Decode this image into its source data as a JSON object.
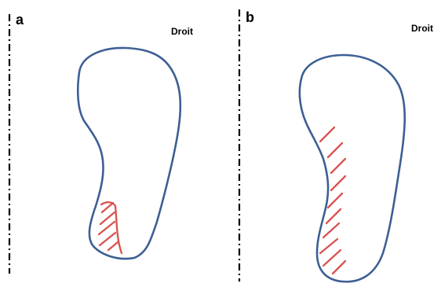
{
  "panels": [
    {
      "letter": "a",
      "side_label": "Droit"
    },
    {
      "letter": "b",
      "side_label": "Droit"
    }
  ],
  "colors": {
    "outline": "#3d5f94",
    "hatch": "#d9534f",
    "axis_line": "#000000",
    "background": "#ffffff"
  }
}
